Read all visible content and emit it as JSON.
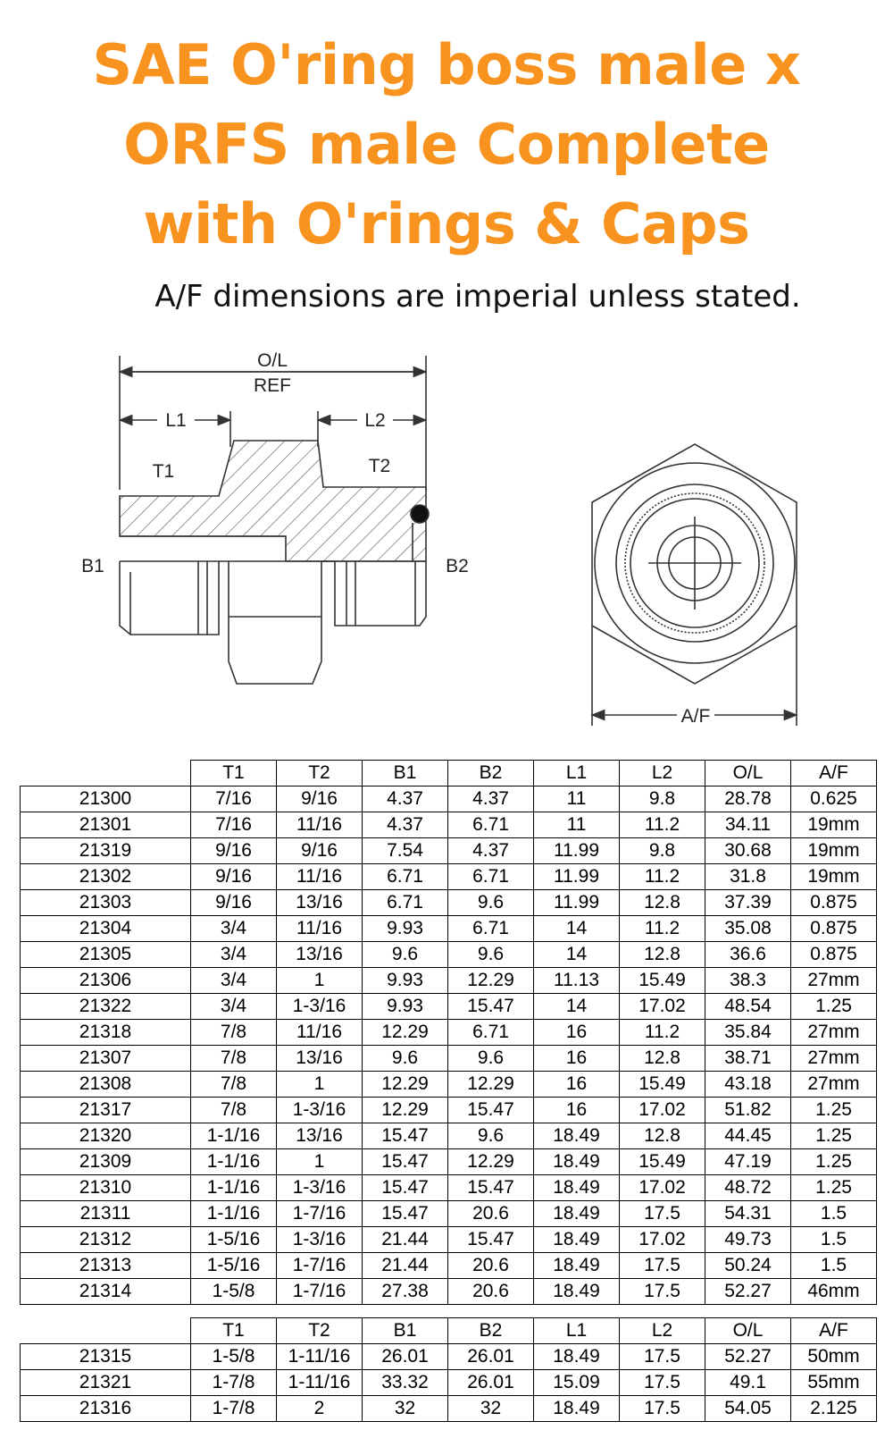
{
  "title": {
    "line1": "SAE O'ring boss male x",
    "line2": "ORFS male Complete",
    "line3": "with O'rings & Caps"
  },
  "subtitle": "A/F dimensions are imperial unless stated.",
  "drawing": {
    "labels": {
      "ol": "O/L",
      "ref": "REF",
      "l1": "L1",
      "l2": "L2",
      "t1": "T1",
      "t2": "T2",
      "b1": "B1",
      "b2": "B2",
      "af": "A/F"
    }
  },
  "table": {
    "headers": [
      "T1",
      "T2",
      "B1",
      "B2",
      "L1",
      "L2",
      "O/L",
      "A/F"
    ],
    "rows": [
      [
        "21300",
        "7/16",
        "9/16",
        "4.37",
        "4.37",
        "11",
        "9.8",
        "28.78",
        "0.625"
      ],
      [
        "21301",
        "7/16",
        "11/16",
        "4.37",
        "6.71",
        "11",
        "11.2",
        "34.11",
        "19mm"
      ],
      [
        "21319",
        "9/16",
        "9/16",
        "7.54",
        "4.37",
        "11.99",
        "9.8",
        "30.68",
        "19mm"
      ],
      [
        "21302",
        "9/16",
        "11/16",
        "6.71",
        "6.71",
        "11.99",
        "11.2",
        "31.8",
        "19mm"
      ],
      [
        "21303",
        "9/16",
        "13/16",
        "6.71",
        "9.6",
        "11.99",
        "12.8",
        "37.39",
        "0.875"
      ],
      [
        "21304",
        "3/4",
        "11/16",
        "9.93",
        "6.71",
        "14",
        "11.2",
        "35.08",
        "0.875"
      ],
      [
        "21305",
        "3/4",
        "13/16",
        "9.6",
        "9.6",
        "14",
        "12.8",
        "36.6",
        "0.875"
      ],
      [
        "21306",
        "3/4",
        "1",
        "9.93",
        "12.29",
        "11.13",
        "15.49",
        "38.3",
        "27mm"
      ],
      [
        "21322",
        "3/4",
        "1-3/16",
        "9.93",
        "15.47",
        "14",
        "17.02",
        "48.54",
        "1.25"
      ],
      [
        "21318",
        "7/8",
        "11/16",
        "12.29",
        "6.71",
        "16",
        "11.2",
        "35.84",
        "27mm"
      ],
      [
        "21307",
        "7/8",
        "13/16",
        "9.6",
        "9.6",
        "16",
        "12.8",
        "38.71",
        "27mm"
      ],
      [
        "21308",
        "7/8",
        "1",
        "12.29",
        "12.29",
        "16",
        "15.49",
        "43.18",
        "27mm"
      ],
      [
        "21317",
        "7/8",
        "1-3/16",
        "12.29",
        "15.47",
        "16",
        "17.02",
        "51.82",
        "1.25"
      ],
      [
        "21320",
        "1-1/16",
        "13/16",
        "15.47",
        "9.6",
        "18.49",
        "12.8",
        "44.45",
        "1.25"
      ],
      [
        "21309",
        "1-1/16",
        "1",
        "15.47",
        "12.29",
        "18.49",
        "15.49",
        "47.19",
        "1.25"
      ],
      [
        "21310",
        "1-1/16",
        "1-3/16",
        "15.47",
        "15.47",
        "18.49",
        "17.02",
        "48.72",
        "1.25"
      ],
      [
        "21311",
        "1-1/16",
        "1-7/16",
        "15.47",
        "20.6",
        "18.49",
        "17.5",
        "54.31",
        "1.5"
      ],
      [
        "21312",
        "1-5/16",
        "1-3/16",
        "21.44",
        "15.47",
        "18.49",
        "17.02",
        "49.73",
        "1.5"
      ],
      [
        "21313",
        "1-5/16",
        "1-7/16",
        "21.44",
        "20.6",
        "18.49",
        "17.5",
        "50.24",
        "1.5"
      ],
      [
        "21314",
        "1-5/8",
        "1-7/16",
        "27.38",
        "20.6",
        "18.49",
        "17.5",
        "52.27",
        "46mm"
      ]
    ]
  },
  "table2": {
    "headers": [
      "T1",
      "T2",
      "B1",
      "B2",
      "L1",
      "L2",
      "O/L",
      "A/F"
    ],
    "rows": [
      [
        "21315",
        "1-5/8",
        "1-11/16",
        "26.01",
        "26.01",
        "18.49",
        "17.5",
        "52.27",
        "50mm"
      ],
      [
        "21321",
        "1-7/8",
        "1-11/16",
        "33.32",
        "26.01",
        "15.09",
        "17.5",
        "49.1",
        "55mm"
      ],
      [
        "21316",
        "1-7/8",
        "2",
        "32",
        "32",
        "18.49",
        "17.5",
        "54.05",
        "2.125"
      ]
    ]
  }
}
